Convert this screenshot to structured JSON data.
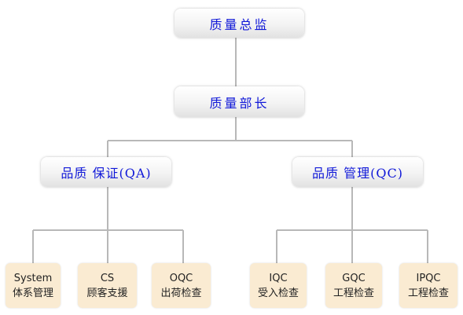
{
  "diagram": {
    "director": "质量总监",
    "manager": "质量部长",
    "qa": {
      "label": "品质 保证(QA)"
    },
    "qc": {
      "label": "品质 管理(QC)"
    },
    "qa_children": [
      {
        "line1": "System",
        "line2": "体系管理"
      },
      {
        "line1": "CS",
        "line2": "顾客支援"
      },
      {
        "line1": "OQC",
        "line2": "出荷检查"
      }
    ],
    "qc_children": [
      {
        "line1": "IQC",
        "line2": "受入检查"
      },
      {
        "line1": "GQC",
        "line2": "工程检查"
      },
      {
        "line1": "IPQC",
        "line2": "工程检查"
      }
    ],
    "colors": {
      "header_text": "#1018d8",
      "leaf_fill": "#faebd2",
      "connector": "#b8b8b8"
    }
  }
}
